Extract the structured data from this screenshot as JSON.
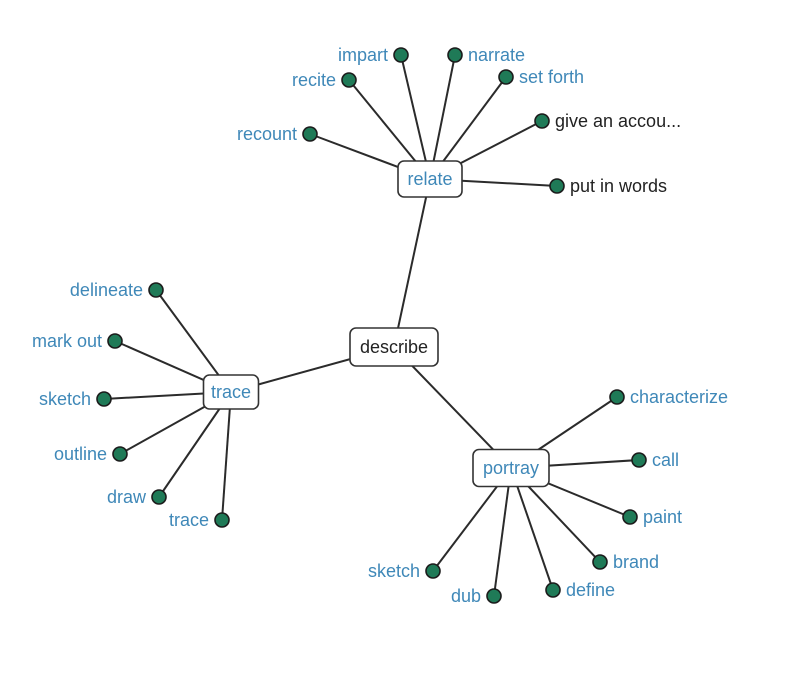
{
  "colors": {
    "link_text": "#3f88b8",
    "plain_text": "#222222",
    "dot": "#1f7a57"
  },
  "center": {
    "id": "describe",
    "label": "describe"
  },
  "hubs": [
    {
      "id": "relate",
      "label": "relate",
      "leaves": [
        {
          "id": "impart",
          "label": "impart",
          "link": true
        },
        {
          "id": "narrate",
          "label": "narrate",
          "link": true
        },
        {
          "id": "recite",
          "label": "recite",
          "link": true
        },
        {
          "id": "setforth",
          "label": "set forth",
          "link": true
        },
        {
          "id": "recount",
          "label": "recount",
          "link": true
        },
        {
          "id": "giveaccount",
          "label": "give an accou...",
          "link": false
        },
        {
          "id": "putinwords",
          "label": "put in words",
          "link": false
        }
      ]
    },
    {
      "id": "trace",
      "label": "trace",
      "leaves": [
        {
          "id": "delineate",
          "label": "delineate",
          "link": true
        },
        {
          "id": "markout",
          "label": "mark out",
          "link": true
        },
        {
          "id": "sketch1",
          "label": "sketch",
          "link": true
        },
        {
          "id": "outline",
          "label": "outline",
          "link": true
        },
        {
          "id": "draw",
          "label": "draw",
          "link": true
        },
        {
          "id": "trace2",
          "label": "trace",
          "link": true
        }
      ]
    },
    {
      "id": "portray",
      "label": "portray",
      "leaves": [
        {
          "id": "characterize",
          "label": "characterize",
          "link": true
        },
        {
          "id": "call",
          "label": "call",
          "link": true
        },
        {
          "id": "paint",
          "label": "paint",
          "link": true
        },
        {
          "id": "brand",
          "label": "brand",
          "link": true
        },
        {
          "id": "define",
          "label": "define",
          "link": true
        },
        {
          "id": "dub",
          "label": "dub",
          "link": true
        },
        {
          "id": "sketch2",
          "label": "sketch",
          "link": true
        }
      ]
    }
  ]
}
